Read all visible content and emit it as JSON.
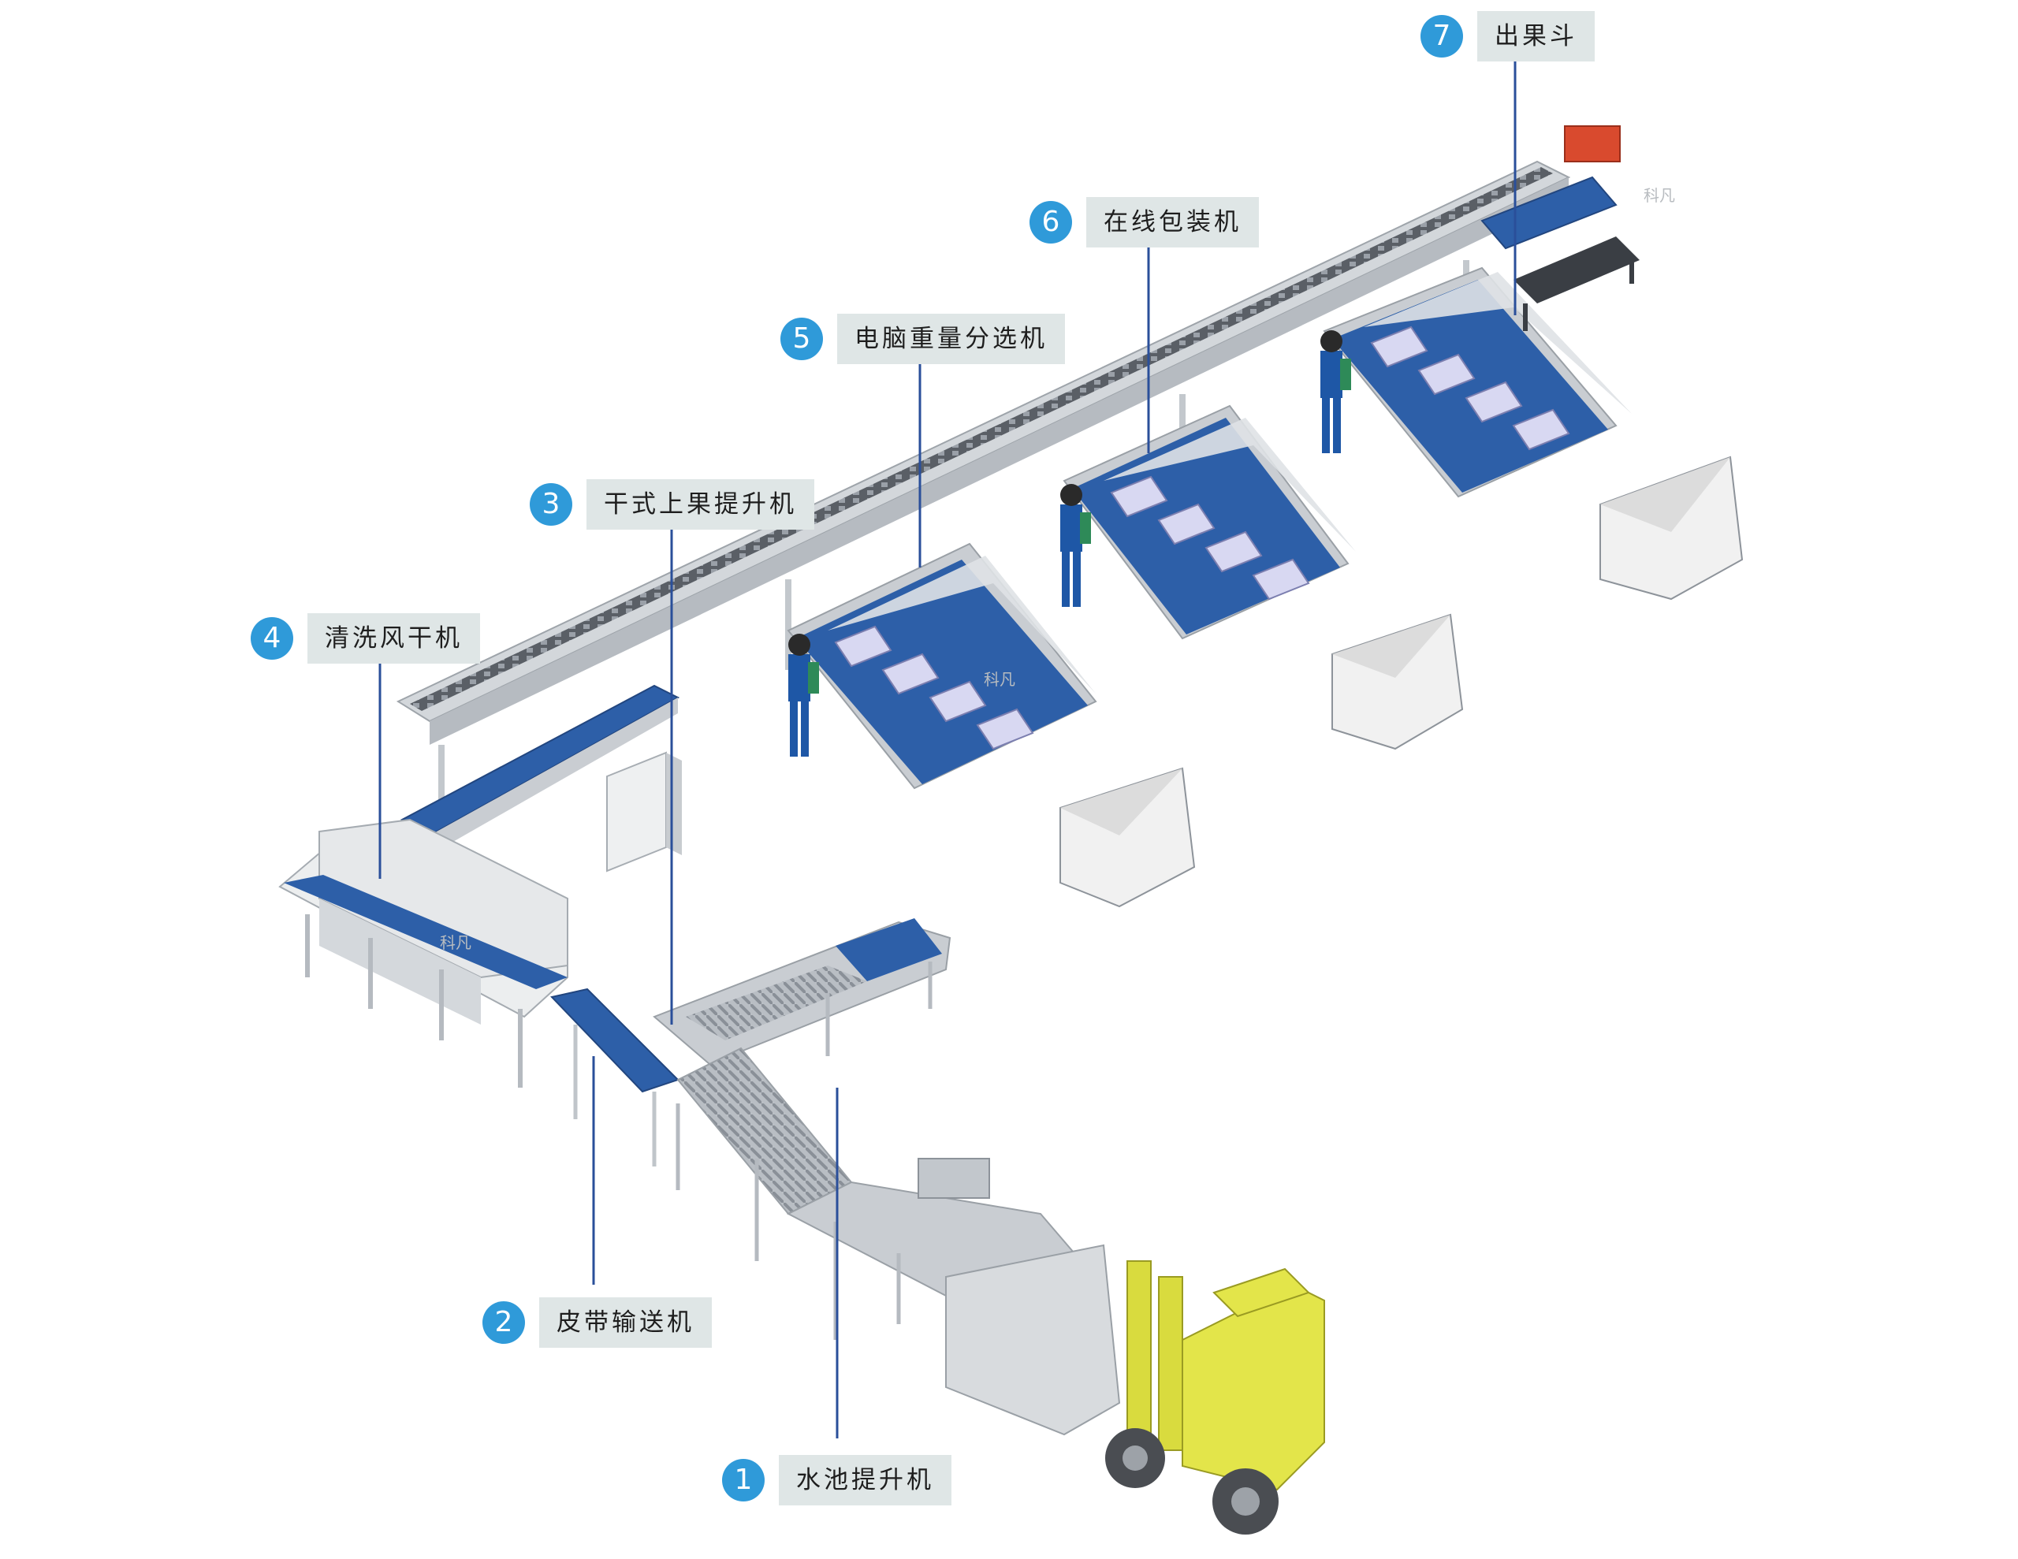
{
  "callouts": [
    {
      "num": "1",
      "label": "水池提升机"
    },
    {
      "num": "2",
      "label": "皮带输送机"
    },
    {
      "num": "3",
      "label": "干式上果提升机"
    },
    {
      "num": "4",
      "label": "清洗风干机"
    },
    {
      "num": "5",
      "label": "电脑重量分选机"
    },
    {
      "num": "6",
      "label": "在线包装机"
    },
    {
      "num": "7",
      "label": "出果斗"
    }
  ],
  "watermark": "科凡",
  "colors": {
    "badge": "#2f9ad9",
    "label_bg": "#dfe6e6",
    "leader_line": "#2a4f9a",
    "belt_blue": "#2d5fa8",
    "frame_grey": "#c9cdd2",
    "box_white": "#f1f1f1",
    "forklift_yellow": "#e3e54a",
    "motor_red": "#d94a2e"
  }
}
